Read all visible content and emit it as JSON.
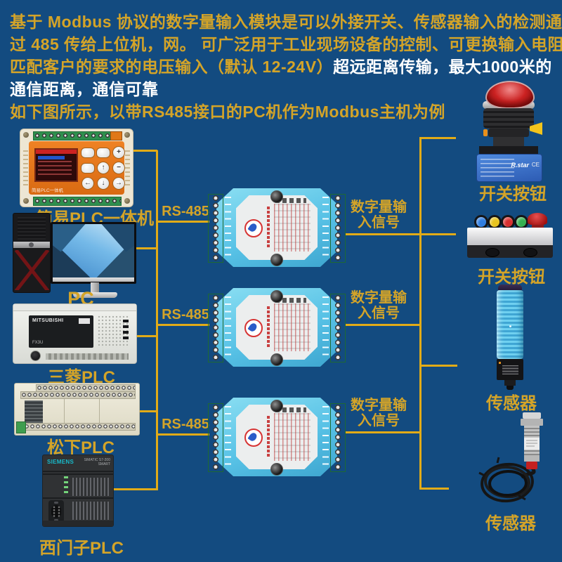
{
  "colors": {
    "background": "#134b80",
    "gold_text": "#d4a428",
    "wire_gold": "#e2ab17",
    "white_text": "#ffffff",
    "module_blue": "#58c2e6",
    "terminal_green": "#2f8f4e"
  },
  "intro": {
    "line1": "基于 Modbus 协议的数字量输入模块是可以外接开关、传感器输入的检测通",
    "line2": "过 485 传给上位机，网。 可广泛用于工业现场设备的控制、可更换输入电阻",
    "line3_gold": "匹配客户的要求的电压输入（默认 12-24V）",
    "line3_white": "超远距离传输，最大1000米的",
    "line4_white": "通信距离，通信可靠",
    "subtitle": "如下图所示，以带RS485接口的PC机作为Modbus主机为例"
  },
  "left_devices": {
    "simple_plc": {
      "label": "简易PLC一体机",
      "front_label": "简易PLC一体机",
      "keys": {
        "plus": "+",
        "minus": "−",
        "up": "↑",
        "down": "↓",
        "left": "←",
        "right": "→"
      }
    },
    "pc": {
      "label": "PC"
    },
    "mitsubishi": {
      "label": "三菱PLC",
      "brand": "MITSUBISHI",
      "model": "FX3U"
    },
    "panasonic": {
      "label": "松下PLC"
    },
    "siemens": {
      "label": "西门子PLC",
      "brand": "SIEMENS",
      "model": "SIMATIC S7-200\nSMART"
    }
  },
  "wiring": {
    "rs485_label": "RS-485",
    "signal_label_line1": "数字量输",
    "signal_label_line2": "入信号"
  },
  "right_devices": {
    "pushbutton": {
      "label": "开关按钮",
      "brand": "R.star",
      "ce_mark": "CE"
    },
    "button_box": {
      "label": "开关按钮"
    },
    "photo_sensor": {
      "label": "传感器"
    },
    "proximity_sensor": {
      "label": "传感器"
    }
  }
}
